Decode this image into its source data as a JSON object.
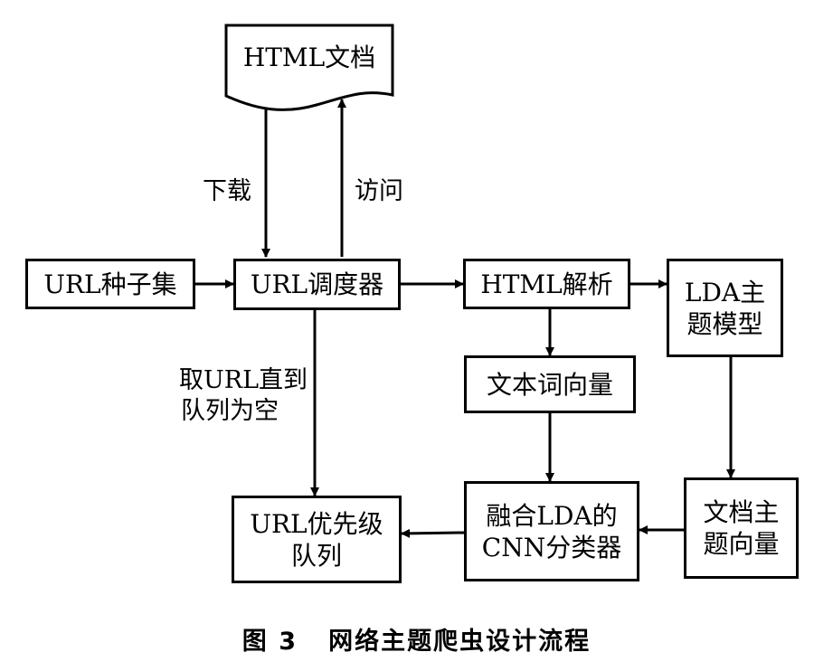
{
  "nodes": {
    "html_document": "HTML文档",
    "url_seed_set": "URL种子集",
    "url_scheduler": "URL调度器",
    "html_parsing": "HTML解析",
    "lda_topic_model": [
      "LDA主",
      "题模型"
    ],
    "text_word_vector": "文本词向量",
    "url_priority_queue": [
      "URL优先级",
      "队列"
    ],
    "lda_cnn_classifier": [
      "融合LDA的",
      "CNN分类器"
    ],
    "doc_topic_vector": [
      "文档主",
      "题向量"
    ]
  },
  "edge_labels": {
    "download": "下载",
    "visit": "访问",
    "take_url": [
      "取URL直到",
      "队列为空"
    ]
  },
  "caption": "图 3   网络主题爬虫设计流程"
}
